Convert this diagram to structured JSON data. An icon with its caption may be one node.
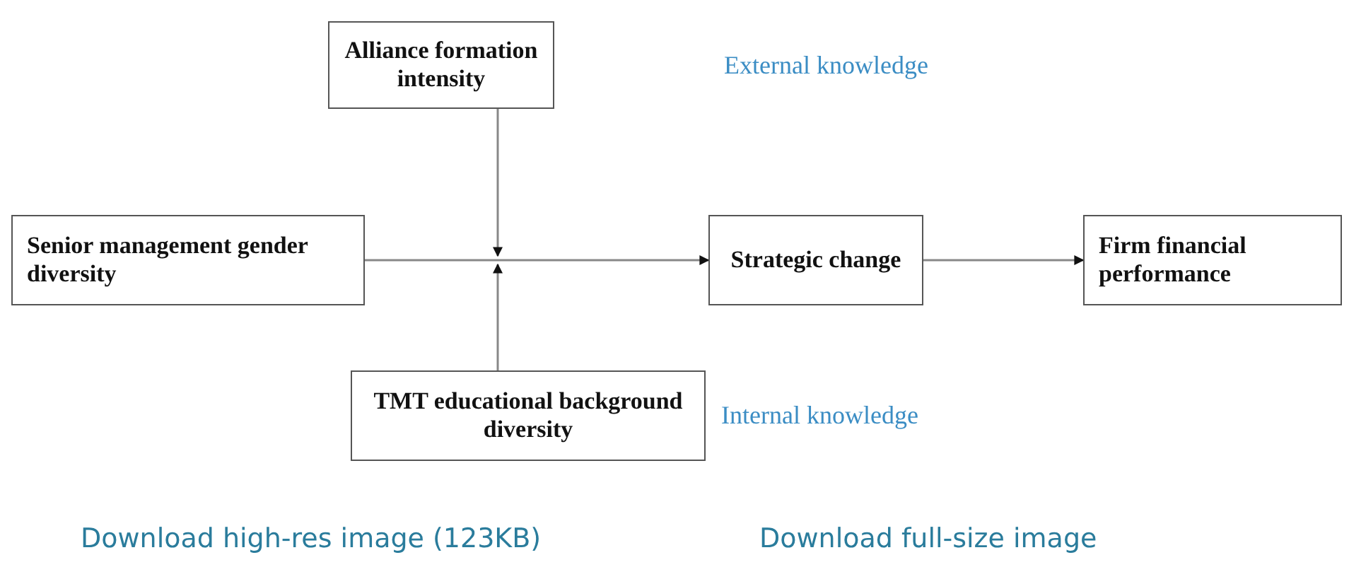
{
  "diagram": {
    "nodes": [
      {
        "text": [
          "Alliance formation intensity"
        ]
      },
      {
        "text": [
          "Senior management gender diversity"
        ]
      },
      {
        "text": [
          "Strategic change"
        ]
      },
      {
        "text": [
          "Firm financial performance"
        ]
      },
      {
        "text": [
          "TMT educational background diversity"
        ],
        "beside": [
          "Internal knowledge"
        ]
      }
    ],
    "edges": [
      {
        "from": 1,
        "to": 2,
        "arrow": "to"
      },
      {
        "from": 2,
        "to": 3,
        "arrow": "to"
      },
      {
        "from": 0,
        "to": null,
        "arrow": "to"
      },
      {
        "from": 4,
        "to": null,
        "arrow": "to"
      }
    ],
    "labels": [
      "External knowledge",
      "Download high-res image (123KB)",
      "Download full-size image"
    ]
  }
}
